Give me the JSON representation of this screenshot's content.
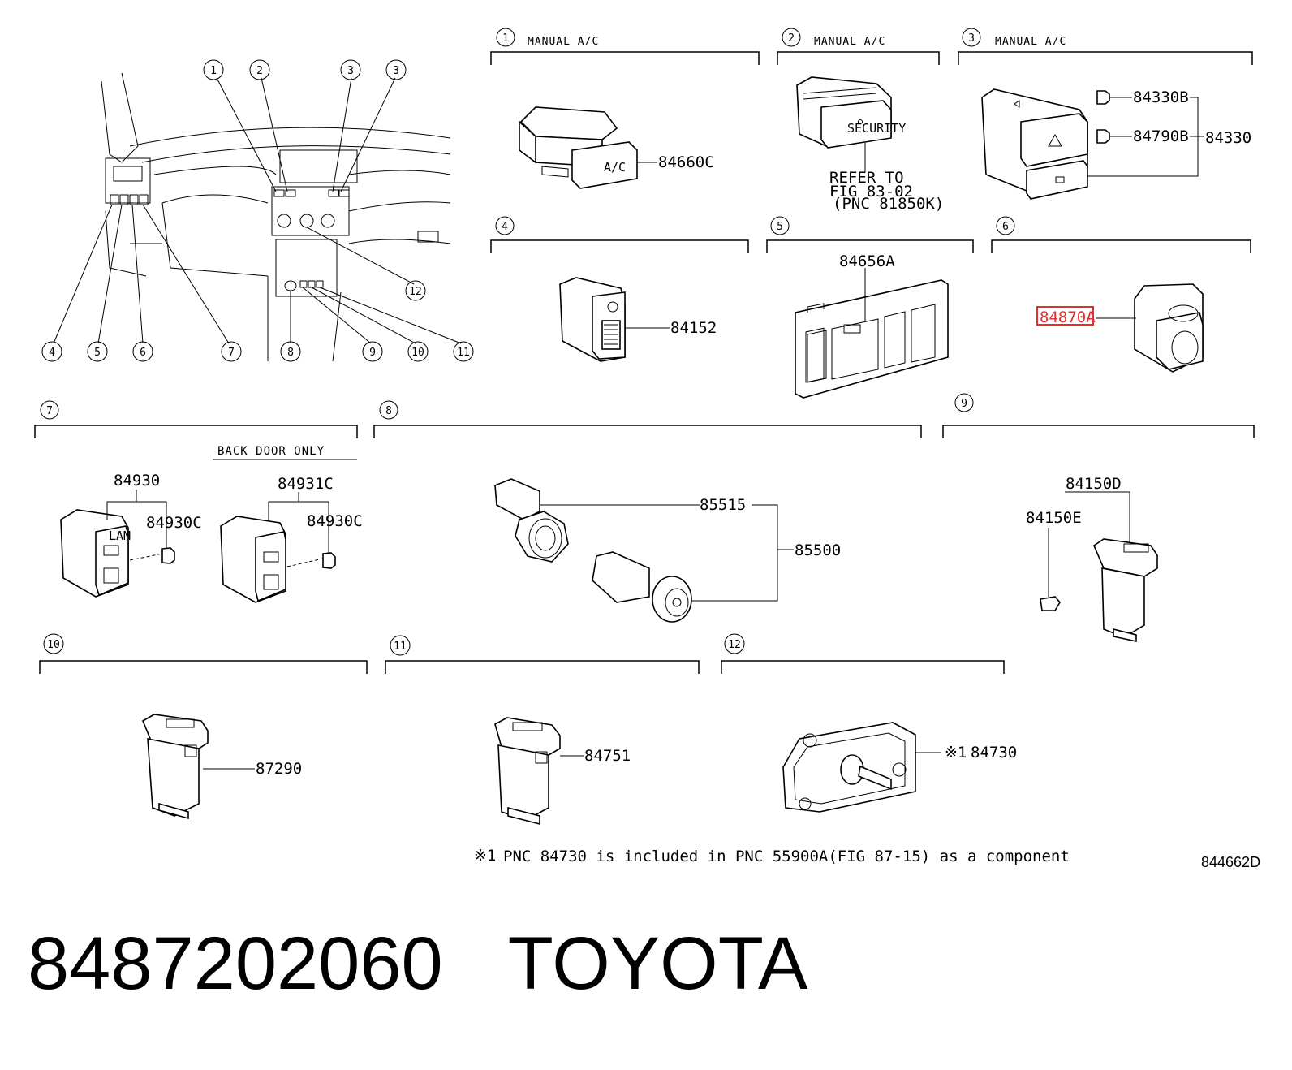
{
  "callouts_overview": [
    "1",
    "2",
    "3",
    "3",
    "4",
    "5",
    "6",
    "7",
    "8",
    "9",
    "10",
    "11",
    "12"
  ],
  "sections": [
    {
      "num": "1",
      "title": "MANUAL A/C"
    },
    {
      "num": "2",
      "title": "MANUAL A/C"
    },
    {
      "num": "3",
      "title": "MANUAL A/C"
    },
    {
      "num": "4",
      "title": ""
    },
    {
      "num": "5",
      "title": ""
    },
    {
      "num": "6",
      "title": ""
    },
    {
      "num": "7",
      "title": ""
    },
    {
      "num": "8",
      "title": ""
    },
    {
      "num": "9",
      "title": ""
    },
    {
      "num": "10",
      "title": ""
    },
    {
      "num": "11",
      "title": ""
    },
    {
      "num": "12",
      "title": ""
    }
  ],
  "parts": {
    "p84660C": "84660C",
    "p84330B": "84330B",
    "p84790B": "84790B",
    "p84330": "84330",
    "p84152": "84152",
    "p84656A": "84656A",
    "p84870A": "84870A",
    "p84930": "84930",
    "p84930C_a": "84930C",
    "p84931C": "84931C",
    "p84930C_b": "84930C",
    "p85515": "85515",
    "p85500": "85500",
    "p84150D": "84150D",
    "p84150E": "84150E",
    "p87290": "87290",
    "p84751": "84751",
    "p84730": "84730"
  },
  "refer": {
    "line1": "REFER TO",
    "line2": "FIG 83-02",
    "line3": "(PNC 81850K)"
  },
  "back_door_only": "BACK DOOR ONLY",
  "note_mark": "※1",
  "note_text": "PNC 84730 is included in PNC 55900A(FIG 87-15) as a component",
  "diagram_code": "844662D",
  "highlight_color": "#e03030",
  "footer": {
    "part_number": "8487202060",
    "brand": "TOYOTA"
  }
}
